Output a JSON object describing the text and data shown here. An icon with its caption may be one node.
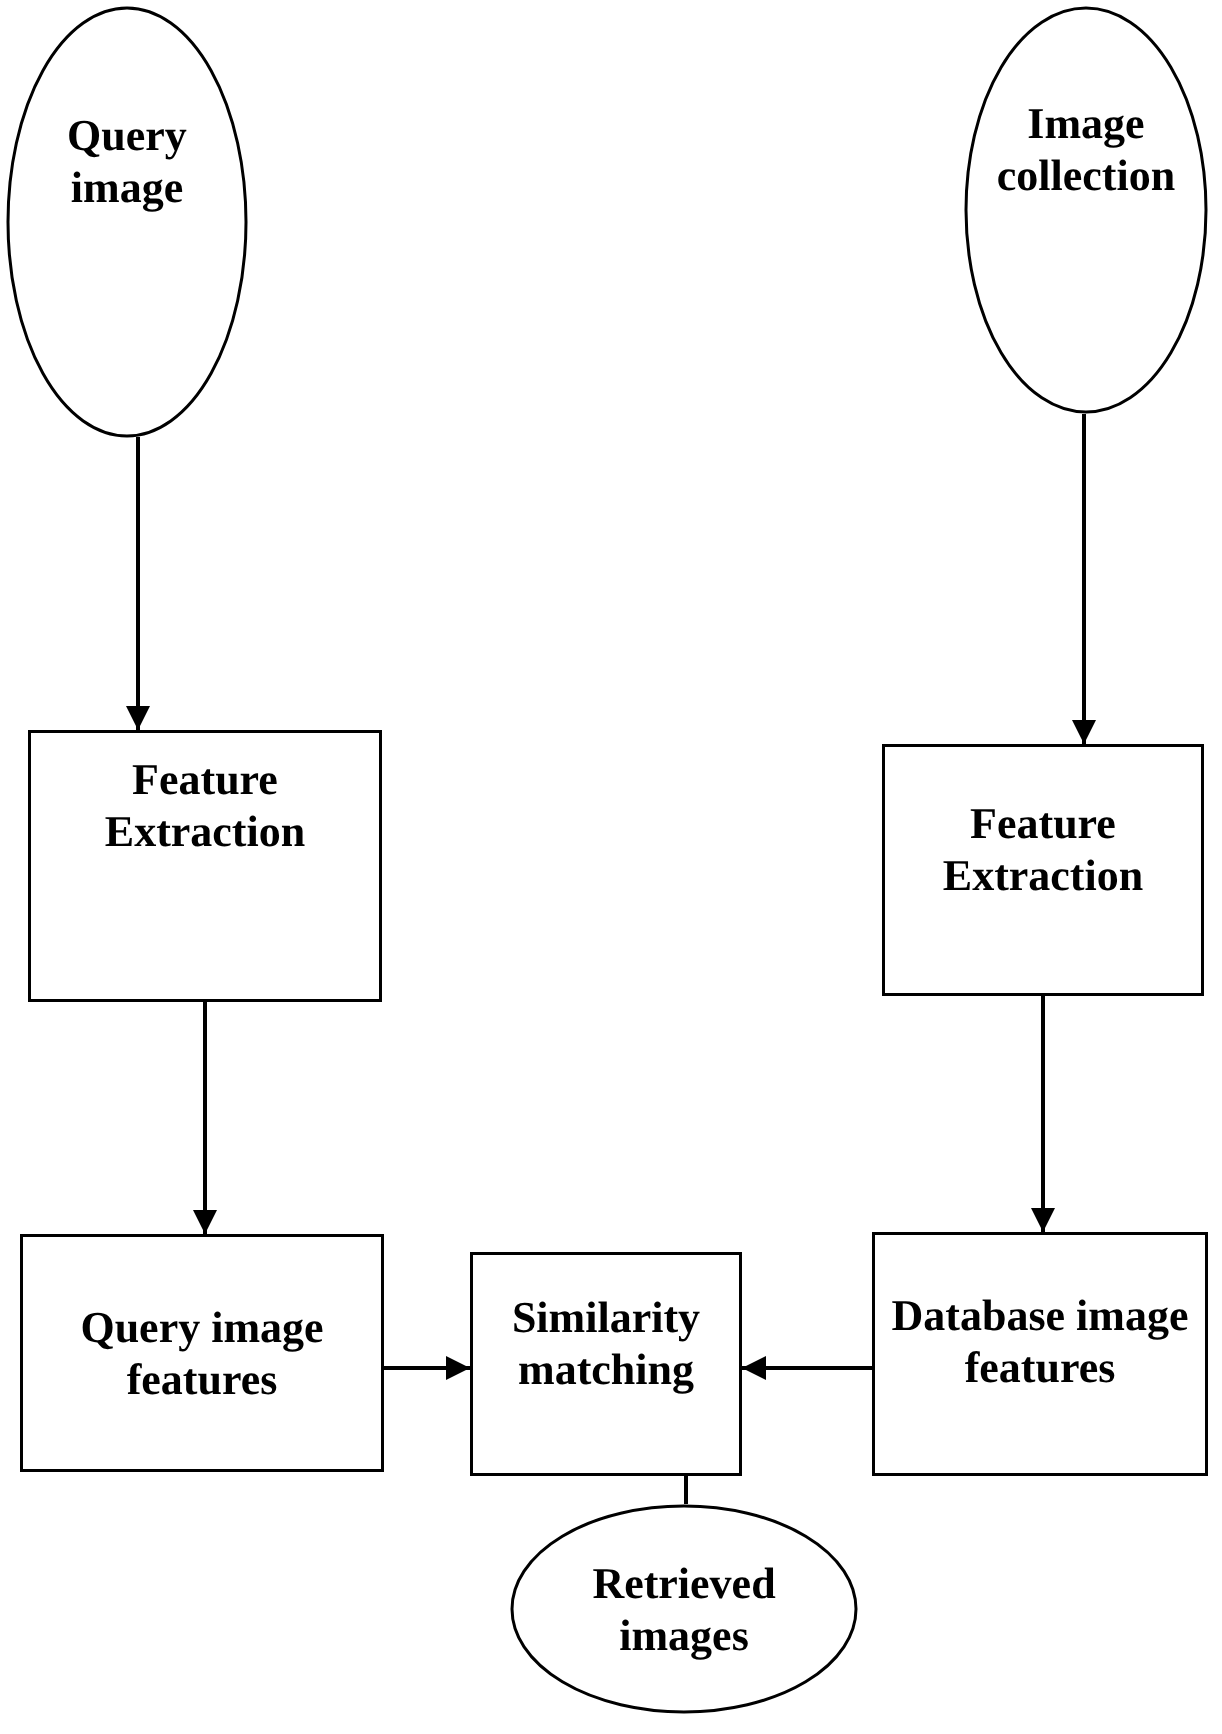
{
  "diagram": {
    "nodes": [
      {
        "text": [
          "Query image"
        ]
      },
      {
        "text": [
          "Image collection"
        ]
      },
      {
        "text": [
          "Feature Extraction"
        ]
      },
      {
        "text": [
          "Feature Extraction"
        ]
      },
      {
        "text": [
          "Query image features"
        ]
      },
      {
        "text": [
          "Similarity matching"
        ]
      },
      {
        "text": [
          "Database image features"
        ]
      },
      {
        "text": [
          "Retrieved images"
        ]
      }
    ],
    "edges": [
      {
        "from": 0,
        "to": 2,
        "arrow": "to"
      },
      {
        "from": 1,
        "to": 3,
        "arrow": "to"
      },
      {
        "from": 2,
        "to": 4,
        "arrow": "to"
      },
      {
        "from": 3,
        "to": 6,
        "arrow": "to"
      },
      {
        "from": 4,
        "to": 5,
        "arrow": "to"
      },
      {
        "from": 6,
        "to": 5,
        "arrow": "to"
      },
      {
        "from": 5,
        "to": 7,
        "arrow": "none"
      }
    ]
  }
}
